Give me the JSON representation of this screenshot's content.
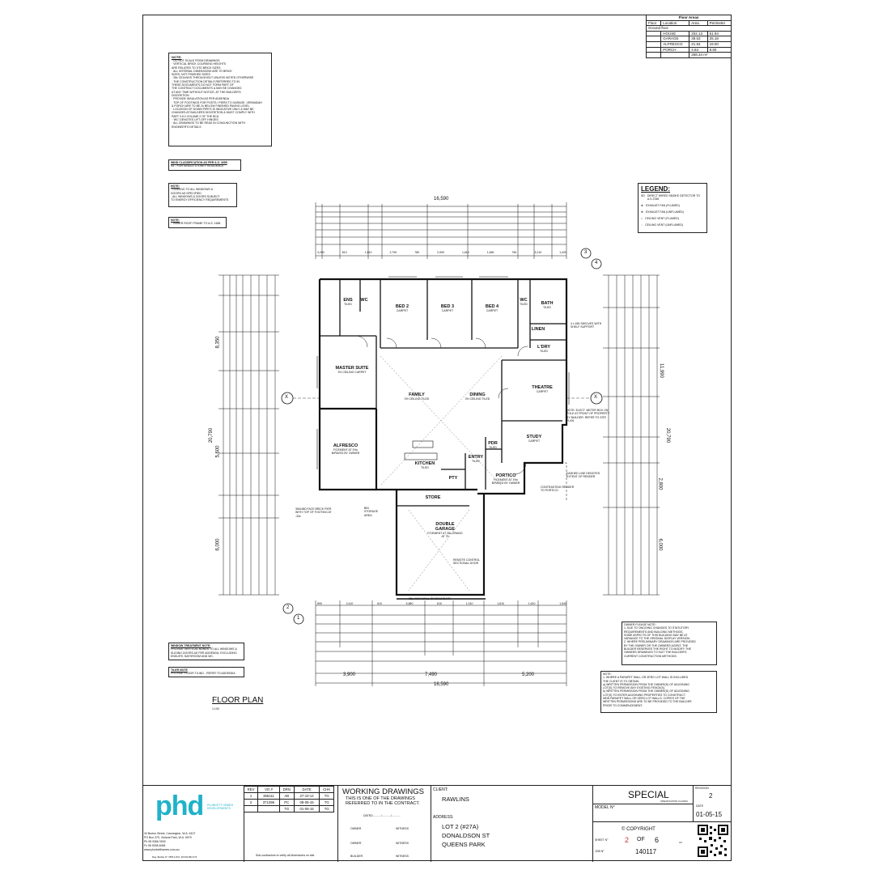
{
  "floor_areas": {
    "title": "Floor Areas",
    "headers": [
      "Floor",
      "Location",
      "Area",
      "Perimeter"
    ],
    "group": "Ground floor",
    "rows": [
      {
        "location": "HOUSE",
        "area": "202.13",
        "perimeter": "61.94"
      },
      {
        "location": "GARAGE",
        "area": "39.53",
        "perimeter": "25.18"
      },
      {
        "location": "ALFRESCO",
        "area": "21.84",
        "perimeter": "19.00"
      },
      {
        "location": "PORCH",
        "area": "4.84",
        "perimeter": "8.80"
      }
    ],
    "total": "268.34 m²"
  },
  "notes": {
    "title": "NOTE:",
    "lines": [
      "· DO NOT SCALE FROM DRAWINGS",
      "· VERTICAL BRICK COURSING HEIGHTS",
      "  ARE RELATED TO STD BRICK SIZES",
      "· ALL INTERNAL DIMENSIONS ARE TO BRICK",
      "  SIZES, NOT FINISHED SIZES",
      "· 28c CEILINGS THROUGHOUT UNLESS NOTED OTHERWISE",
      "· THE CONSTRUCTION DETAILS REFERRED TO IN",
      "  THESE DOCUMENTS DO NOT FORM PART OF",
      "  THE CONTRACT DOCUMENTS & MAY BE CHANGED",
      "  AT ANY TIME WITHOUT NOTICE, AT THE BUILDER'S",
      "  DISCRETION",
      "· PROVIDE INSULATION AS PER ADDENDA",
      "· TOP OF FOOTINGS FOR POSTS / PIERS TO GARAGE, VERANDAH",
      "  & PORCH ARE TO BE 2c BELOW FINISHED PAVING LEVEL",
      "· LOCATION OF DOWN PIPE'S IS INDICATIVE ONLY & MAY BE",
      "  CHANGED AT BUILDERS DISCRETION & MUST COMPLY WITH",
      "  PART 3.5.2 VOLUME 2 OF THE BCA",
      "· 'WC' DENOTES LIFT-OFF HINGES",
      "· ALL DRAWINGS TO BE READ IN CONJUNCTION WITH",
      "  ENGINEER'S DETAILS"
    ]
  },
  "wind_note": {
    "title": "WIND CLASSIFICATION AS PER A.S. 4055",
    "text": "N1 - FOR SINGLE STOREY RESIDENCE"
  },
  "glazing_note": {
    "title": "NOTE:",
    "lines": [
      "- GLAZING TO ALL WINDOWS &",
      "  DOORS AS SPECIFIED",
      "- ALL WINDOWS & DOORS SUBJECT",
      "  TO ENERGY EFFICIENCY REQUIREMENTS"
    ]
  },
  "timber_note": {
    "title": "NOTE:",
    "text": "- TIMBER ROOF FRAME TO A.S. 1684"
  },
  "legend": {
    "title": "LEGEND:",
    "items": [
      {
        "symbol": "SD",
        "label": "DIRECT WIRED SMOKE DETECTOR TO A.S.3786"
      },
      {
        "symbol": "⊗",
        "label": "EXHAUST FAN (FLUMED)"
      },
      {
        "symbol": "⊕",
        "label": "EXHAUST FAN (UNFLUMED)"
      },
      {
        "symbol": "○",
        "label": "CEILING VENT (FLUMED)"
      },
      {
        "symbol": "◌",
        "label": "CEILING VENT (UNFLUMED)"
      }
    ]
  },
  "rooms": {
    "ens": {
      "name": "ENS",
      "sub": "TILED"
    },
    "wc1": {
      "name": "WC",
      "sub": ""
    },
    "bed2": {
      "name": "BED 2",
      "sub": "CARPET"
    },
    "bed3": {
      "name": "BED 3",
      "sub": "CARPET"
    },
    "bed4": {
      "name": "BED 4",
      "sub": "CARPET"
    },
    "wc2": {
      "name": "WC",
      "sub": "TILED"
    },
    "bath": {
      "name": "BATH",
      "sub": "TILED"
    },
    "master": {
      "name": "MASTER SUITE",
      "sub": "3½ CEILING CARPET"
    },
    "family": {
      "name": "FAMILY",
      "sub": "3½ CEILING TILED"
    },
    "dining": {
      "name": "DINING",
      "sub": "3½ CEILING TILED"
    },
    "theatre": {
      "name": "THEATRE",
      "sub": "CARPET"
    },
    "lndry": {
      "name": "L'DRY",
      "sub": "TILED"
    },
    "linen": {
      "name": "LINEN",
      "sub": ""
    },
    "alfresco": {
      "name": "ALFRESCO",
      "sub": "F/CEMENT AT 3½c B/PAVED BY OWNER"
    },
    "kitchen": {
      "name": "KITCHEN",
      "sub": "TILED"
    },
    "pty": {
      "name": "PTY",
      "sub": ""
    },
    "entry": {
      "name": "ENTRY",
      "sub": "TILED"
    },
    "pdr": {
      "name": "PDR",
      "sub": "TILED"
    },
    "study": {
      "name": "STUDY",
      "sub": "CARPET"
    },
    "portico": {
      "name": "PORTICO",
      "sub": "F/CEMENT AT 3½c B/PAVED BY OWNER"
    },
    "store": {
      "name": "STORE",
      "sub": ""
    },
    "garage": {
      "name": "DOUBLE GARAGE",
      "sub": "F/CEMENT AT 28c GRANO AT 75"
    }
  },
  "dims": {
    "top_overall": "16,590",
    "bottom_overall": "16,590",
    "left_overall": "20,790",
    "right_overall": "20,790",
    "left_segments": [
      "8,350",
      "5,600",
      "6,000"
    ],
    "right_segments": [
      "11,990",
      "2,800",
      "6,000"
    ],
    "bottom_segments": [
      "3,900",
      "7,490",
      "5,200"
    ],
    "top_segments": [
      "3,290",
      "810",
      "1,810",
      "2,790",
      "780",
      "2,900",
      "1,610",
      "1,660",
      "760",
      "3,210",
      "1,420"
    ],
    "bottom_sub": [
      "890",
      "2,410",
      "610",
      "5,860",
      "810",
      "1,010",
      "1,810",
      "1,610",
      "1,540"
    ]
  },
  "markers": {
    "section_a": "X",
    "section_b": "X",
    "elev_top_3": "3",
    "elev_top_4": "4",
    "elev_bot_1": "1",
    "elev_bot_2": "2"
  },
  "plan_labels": {
    "boundary": "28c HIGH WALL ON BOUNDARY",
    "elect_meter": "NOTE: ELECT. METER BOX ON POLE AT FRONT OF PROPERTY BY BUILDER. REFER TO SITE PLAN",
    "dashed_render": "DASHED LINE DENOTES EXTENT OF RENDER",
    "contrast_render": "CONTRASTING RENDER TO PORTICO",
    "face_brick": "360x360 FACE BRICK PIER WITH TOP OF FOOTING AT -33c",
    "ens_shelves": "4 x 450 SHELVES WITH SHELF SUPPORT",
    "garage_door": "REMOTE CONTROL SECTIONAL DOOR",
    "bin_area": "BIN STORAGE AREA"
  },
  "window_note": {
    "title": "WINDOW TREATMENT NOTE:",
    "text": "PROVIDE VERTICAL BLINDS TO ALL WINDOWS & SLIDING DOORS AS PER ADDENDA, EXCLUDING ENSUITE, BATHROOM AND WC."
  },
  "tiler_note": {
    "title": "TILER NOTE",
    "text": "PROVIDE FLOOR TILING - REFER TO ADDENDA"
  },
  "owner_note": {
    "title": "OWNER PLEASE NOTE:",
    "lines": [
      "1. DUE TO ONGOING CHANGES TO STATUTORY",
      "REQUIREMENTS AND BUILDING METHODS,",
      "SOME ASPECTS OF THIS BUILDING MAY BE AT",
      "VARIANCE TO THE ORIGINAL DISPLAY VERSION.",
      "2. WHERE PRELIMINARY DRAWINGS ARE PROVIDED",
      "BY THE OWNER OR THE OWNERS AGENT, THE",
      "BUILDER RESERVES THE RIGHT TO MODIFY THE",
      "OWNERS DRAWINGS TO SUIT THE BUILDER'S",
      "CURRENT CONSTRUCTION METHODS."
    ]
  },
  "parapet_note": {
    "title": "NOTE:",
    "lines": [
      "1. WHERE A PARAPET WALL OR ZERO LOT WALL IS INCLUDED",
      "   THE CLIENT IS TO OBTAIN:",
      "a) WRITTEN PERMISSION FROM THE OWNER(S) OF ADJOINING",
      "   LOT(S) TO REMOVE ANY EXISTING FENCE(S).",
      "b) WRITTEN PERMISSION FROM THE OWNER(S) OF ADJOINING",
      "   LOT(S) TO ENTER ADJOINING PROPERTIES TO CONSTRUCT",
      "   NEW PARAPET WALL OR ZERO LOT WALLS. COPIES OF THE",
      "   WRITTEN PERMISSIONS ARE TO BE PROVIDED TO THE BUILDER",
      "   PRIOR TO COMMENCEMENT."
    ]
  },
  "floor_plan": {
    "title": "FLOOR PLAN",
    "scale": "1:100"
  },
  "title_block": {
    "company": {
      "logo": "phd",
      "logo_sub": "PLUNKETT HOMES DEVELOPMENTS",
      "address": "34 Burton Street, Cannington, W.A. 6107",
      "po": "PO Box 379, Victoria Park, W.A. 6979",
      "ph": "Ph 08 9366 0000",
      "fx": "Fx 08 9258 4068",
      "web": "www.plunketthomes.com.au",
      "reg": "Reg. Builder N° 7865   A.B.N. 96 000 862 073"
    },
    "rev_headers": [
      "REV",
      "VO #",
      "DRN",
      "DATE",
      "CHK"
    ],
    "revisions": [
      {
        "rev": "1",
        "vo": "365111",
        "drn": "AB",
        "date": "27-10-14",
        "chk": "TG"
      },
      {
        "rev": "2",
        "vo": "371396",
        "drn": "PC",
        "date": "08-05-15",
        "chk": "TG"
      },
      {
        "rev": "",
        "vo": "",
        "drn": "TG",
        "date": "01-05-15",
        "chk": "TG"
      }
    ],
    "subcontractors": "Sub-contractors to verify all dimensions on site.",
    "working_drawings": "WORKING DRAWINGS",
    "wd_sub1": "THIS IS ONE OF THE DRAWINGS",
    "wd_sub2": "REFERRED TO IN THE CONTRACT.",
    "dated": "DATED.........../.........../...........",
    "sig_rows": [
      {
        "left": "OWNER",
        "right": "WITNESS"
      },
      {
        "left": "OWNER",
        "right": "WITNESS"
      },
      {
        "left": "BUILDER",
        "right": "WITNESS"
      }
    ],
    "client_label": "CLIENT:",
    "client": "RAWLINS",
    "address_label": "ADDRESS:",
    "address_lines": [
      "LOT 2 (#27A)",
      "DONALDSON ST",
      "QUEENS PARK"
    ],
    "model_title": "SPECIAL",
    "model_spec": "SPECIFICATION CLASSIC",
    "model_label": "MODEL N°",
    "revision_label": "REVISION",
    "revision": "2",
    "date_label": "DATE",
    "date": "01-05-15",
    "copyright": "© COPYRIGHT",
    "sheet_label": "SHEET N°",
    "sheet_no": "2",
    "sheet_of": "OF",
    "sheet_total": "6",
    "size": "A3",
    "job_label": "JOB N°",
    "job": "140117"
  }
}
